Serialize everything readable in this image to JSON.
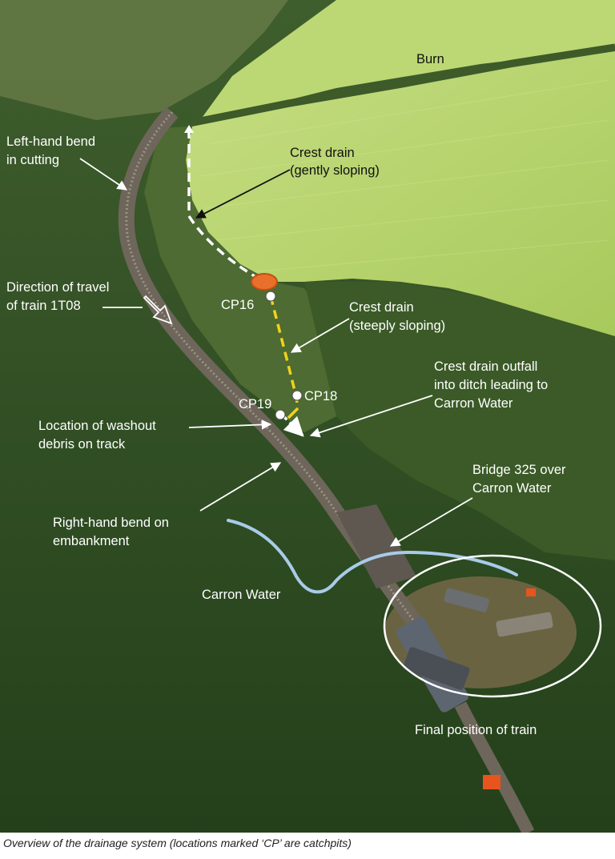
{
  "labels": {
    "burn": "Burn",
    "crest_gentle_1": "Crest drain",
    "crest_gentle_2": "(gently sloping)",
    "left_bend_1": "Left-hand bend",
    "left_bend_2": "in cutting",
    "direction_1": "Direction of travel",
    "direction_2": "of train 1T08",
    "cp16": "CP16",
    "crest_steep_1": "Crest drain",
    "crest_steep_2": "(steeply sloping)",
    "outfall_1": "Crest drain outfall",
    "outfall_2": "into ditch leading to",
    "outfall_3": "Carron Water",
    "cp18": "CP18",
    "cp19": "CP19",
    "washout_1": "Location of washout",
    "washout_2": "debris on track",
    "bridge_1": "Bridge 325 over",
    "bridge_2": "Carron Water",
    "right_bend_1": "Right-hand bend on",
    "right_bend_2": "embankment",
    "carron_water": "Carron Water",
    "final_position": "Final position of train"
  },
  "caption": "Overview of the drainage system (locations marked ‘CP’ are catchpits)",
  "colors": {
    "field": "#b5d46a",
    "forest": "#2f4f22",
    "river_line": "#a9cbe8",
    "steep_drain": "#f2d21a",
    "gentle_drain": "#ffffff"
  }
}
